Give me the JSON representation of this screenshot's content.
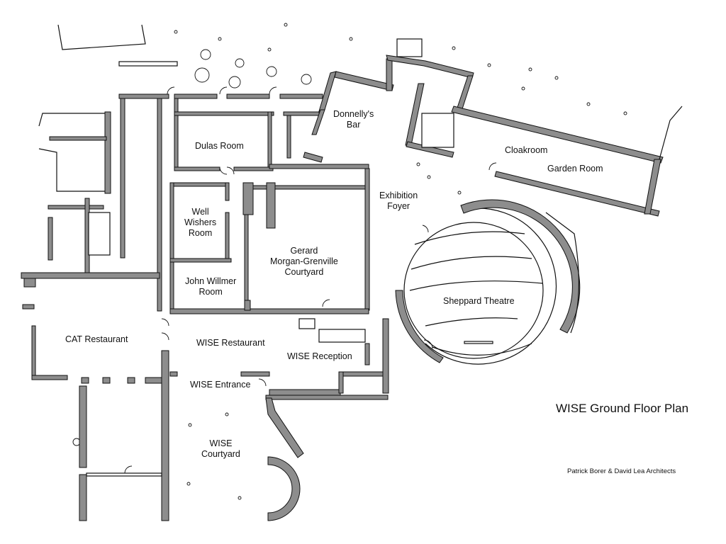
{
  "title": "WISE Ground Floor Plan",
  "credit": "Patrick Borer & David Lea Architects",
  "rooms": {
    "dulas_room": "Dulas Room",
    "donnellys_bar_line1": "Donnelly's",
    "donnellys_bar_line2": "Bar",
    "cloakroom": "Cloakroom",
    "garden_room": "Garden Room",
    "exhibition_foyer_line1": "Exhibition",
    "exhibition_foyer_line2": "Foyer",
    "well_wishers_line1": "Well",
    "well_wishers_line2": "Wishers",
    "well_wishers_line3": "Room",
    "courtyard_gmg_line1": "Gerard",
    "courtyard_gmg_line2": "Morgan-Grenville",
    "courtyard_gmg_line3": "Courtyard",
    "john_willmer_line1": "John Willmer",
    "john_willmer_line2": "Room",
    "sheppard_theatre": "Sheppard Theatre",
    "cat_restaurant": "CAT Restaurant",
    "wise_restaurant": "WISE Restaurant",
    "wise_reception": "WISE Reception",
    "wise_entrance": "WISE Entrance",
    "wise_courtyard_line1": "WISE",
    "wise_courtyard_line2": "Courtyard"
  }
}
